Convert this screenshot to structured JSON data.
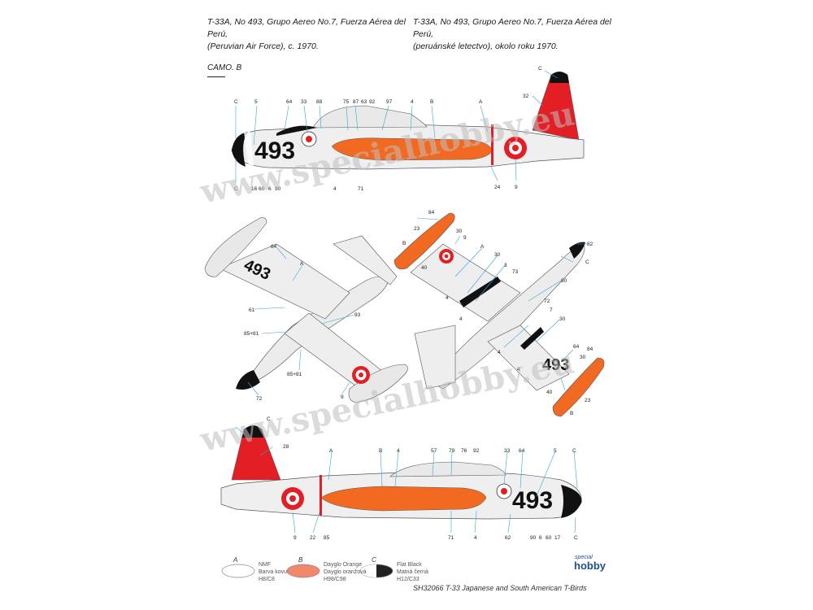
{
  "header": {
    "en": [
      "T-33A, No 493, Grupo Aereo No.7, Fuerza Aérea del Perú,",
      "(Peruvian Air Force), c. 1970."
    ],
    "cz": [
      "T-33A, No 493, Grupo Aereo No.7, Fuerza Aérea del Perú,",
      "(peruánské letectvo), okolo roku 1970."
    ]
  },
  "camo_label": "CAMO. B",
  "serial": "493",
  "serial_reversed": "493",
  "watermark": "www.specialhobby.eu",
  "colors": {
    "white": "#f1f1f1",
    "orange": "#f26a21",
    "black": "#111111",
    "red": "#e31e24",
    "callout_line": "#37a6d9"
  },
  "callouts_top": {
    "top_row": [
      "C",
      "5",
      "64",
      "33",
      "88",
      "75",
      "87",
      "63",
      "92",
      "97",
      "4",
      "B",
      "A",
      "32",
      "C"
    ],
    "bottom_row": [
      "C",
      "16",
      "60",
      "6",
      "90",
      "4",
      "71",
      "24",
      "9"
    ]
  },
  "callouts_underside": [
    "64",
    "A",
    "61",
    "93",
    "85+81",
    "85+81",
    "72",
    "9"
  ],
  "callouts_upper": [
    "84",
    "23",
    "B",
    "30",
    "9",
    "40",
    "A",
    "30",
    "3",
    "73",
    "4",
    "4",
    "82",
    "C",
    "80",
    "72",
    "7",
    "30",
    "4",
    "64",
    "84",
    "30",
    "8",
    "4",
    "40",
    "B",
    "23"
  ],
  "callouts_bottom": {
    "top_row": [
      "C",
      "28",
      "A",
      "B",
      "4",
      "57",
      "79",
      "76",
      "92",
      "33",
      "64",
      "5",
      "C"
    ],
    "bottom_row": [
      "9",
      "22",
      "85",
      "71",
      "4",
      "62",
      "90",
      "6",
      "60",
      "17",
      "C"
    ]
  },
  "legend": [
    {
      "code": "A",
      "lines": [
        "NMF",
        "Barva kovu",
        "H8/C8"
      ],
      "color": "#ffffff"
    },
    {
      "code": "B",
      "lines": [
        "Dayglo Orange",
        "Dayglo oranžová",
        "H98/C98"
      ],
      "color": "#f3876a"
    },
    {
      "code": "C",
      "lines": [
        "Flat Black",
        "Matná černá",
        "H12/C33"
      ],
      "color": "#222222"
    }
  ],
  "footer": "SH32066 T-33 Japanese and South American T-Birds",
  "logo": [
    "special",
    "hobby"
  ]
}
